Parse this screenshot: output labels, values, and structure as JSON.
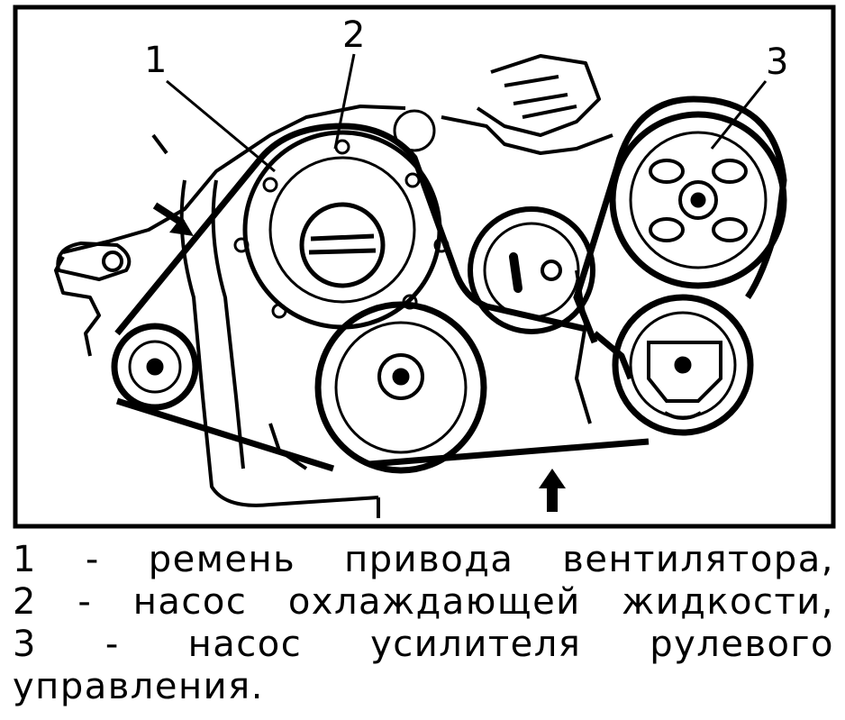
{
  "figure": {
    "callouts": {
      "belt": "1",
      "coolant_pump": "2",
      "steering_pump": "3"
    }
  },
  "caption": {
    "line1": [
      "1",
      "-",
      "ремень",
      "привода",
      "вентилятора,"
    ],
    "line2": [
      "2",
      "-",
      "насос",
      "охлаждающей",
      "жидкости,"
    ],
    "line3": [
      "3",
      "-",
      "насос",
      "усилителя",
      "рулевого"
    ],
    "line4": "управления."
  }
}
